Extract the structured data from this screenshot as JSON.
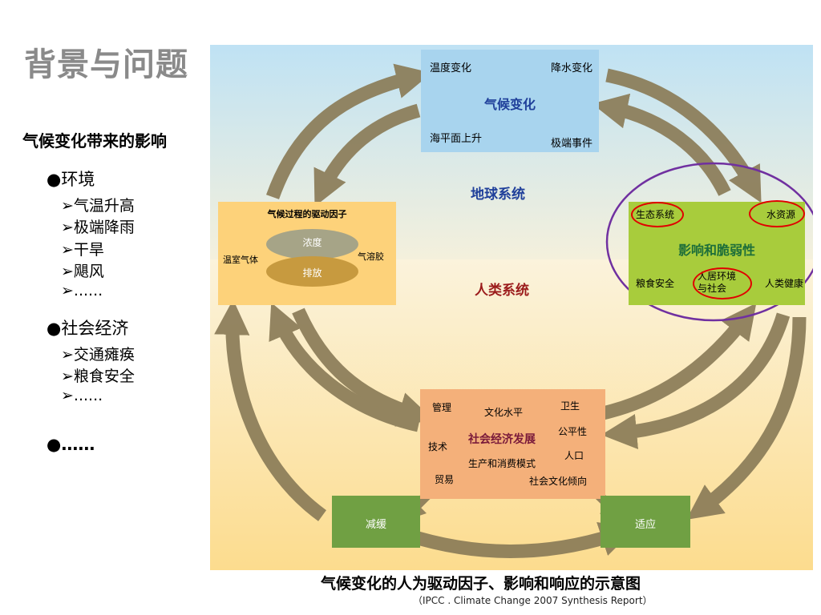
{
  "title": "背景与问题",
  "left": {
    "heading": "气候变化带来的影响",
    "sections": [
      {
        "label": "●环境",
        "items": [
          "➢气温升高",
          "➢极端降雨",
          "➢干旱",
          "➢飓风",
          "➢......"
        ]
      },
      {
        "label": "●社会经济",
        "items": [
          "➢交通瘫痪",
          "➢粮食安全",
          "➢......"
        ]
      },
      {
        "label": "●……",
        "items": []
      }
    ]
  },
  "diagram": {
    "climate_change": {
      "title": "气候变化",
      "tl": "温度变化",
      "tr": "降水变化",
      "bl": "海平面上升",
      "br": "极端事件"
    },
    "earth_system": "地球系统",
    "human_system": "人类系统",
    "drivers": {
      "title": "气候过程的驱动因子",
      "left": "温室气体",
      "right": "气溶胶",
      "top_ellipse": "浓度",
      "bottom_ellipse": "排放"
    },
    "impacts": {
      "title": "影响和脆弱性",
      "tl": "生态系统",
      "tr": "水资源",
      "bl": "粮食安全",
      "bc": "人居环境\n与社会",
      "br": "人类健康"
    },
    "socio": {
      "title": "社会经济发展",
      "items": [
        "管理",
        "文化水平",
        "卫生",
        "技术",
        "公平性",
        "生产和消费模式",
        "人口",
        "贸易",
        "社会文化倾向"
      ]
    },
    "mitigation": "减缓",
    "adaptation": "适应"
  },
  "caption": "气候变化的人为驱动因子、影响和响应的示意图",
  "source": "（IPCC . Climate Change 2007 Synthesis Report）",
  "colors": {
    "climate_box": "#a8d4ee",
    "drivers_box": "#fdd27a",
    "impacts_box": "#a8cc3c",
    "socio_box": "#f4b07a",
    "green_box": "#70a043",
    "arrow": "#8b7c58",
    "purple_ring": "#7030a0",
    "red_ring": "#e00000",
    "earth_bg_top": "#c9e5f3",
    "human_bg_bottom": "#fce29d"
  }
}
